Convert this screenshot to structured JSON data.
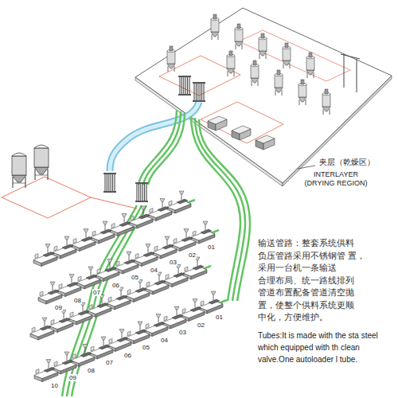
{
  "diagram": {
    "labels": [
      "夹层（乾燥区）",
      "INTERLAYER (DRYING REGION)",
      "输送管路：整套系统供料 负压管路采用不锈钢管 置，采用一台机一条输送 合理布局、统一路线排列 管道布置配备管道清空抛 置，使整个供料系统更顺 中化，方便维护。",
      "Tubes:It is made with the sta steel which equipped with th clean valve.One autoloader l tube.",
      "01",
      "02",
      "03",
      "04",
      "05",
      "06",
      "07",
      "08",
      "09",
      "01",
      "02",
      "03",
      "04",
      "05",
      "06",
      "07",
      "08",
      "09",
      "10"
    ]
  }
}
